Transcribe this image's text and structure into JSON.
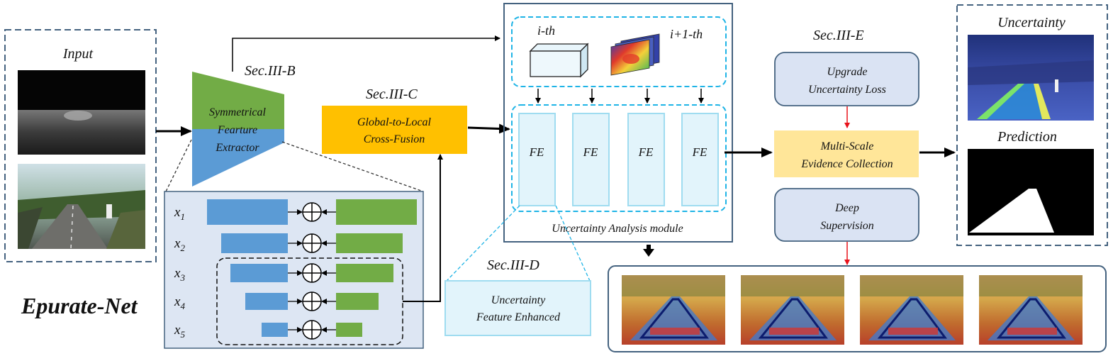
{
  "title": "Epurate-Net",
  "input_panel": {
    "label": "Input"
  },
  "extractor": {
    "section": "Sec.III-B",
    "line1": "Symmetrical",
    "line2": "Fearture",
    "line3": "Extractor"
  },
  "fusion": {
    "section": "Sec.III-C",
    "line1": "Global-to-Local",
    "line2": "Cross-Fusion"
  },
  "scales": [
    {
      "label": "x",
      "sub": "1"
    },
    {
      "label": "x",
      "sub": "2"
    },
    {
      "label": "x",
      "sub": "3"
    },
    {
      "label": "x",
      "sub": "4"
    },
    {
      "label": "x",
      "sub": "5"
    }
  ],
  "ua_module": {
    "label": "Uncertainty Analysis module",
    "i_label": "i-th",
    "i1_label": "i+1-th",
    "fe_label": "FE"
  },
  "ufe": {
    "section": "Sec.III-D",
    "line1": "Uncertainty",
    "line2": "Feature Enhanced"
  },
  "evidence": {
    "section": "Sec.III-E",
    "upgrade_line1": "Upgrade",
    "upgrade_line2": "Uncertainty Loss",
    "collect_line1": "Multi-Scale",
    "collect_line2": "Evidence Collection",
    "deep_line1": "Deep",
    "deep_line2": "Supervision"
  },
  "output_panel": {
    "uncertainty_label": "Uncertainty",
    "prediction_label": "Prediction"
  },
  "colors": {
    "extractor_green": "#72ac46",
    "extractor_blue": "#5b9bd5",
    "fusion_orange": "#ffc000",
    "evidence_yellow": "#ffe699",
    "box_lavender": "#dae3f3",
    "dashed_cyan": "#1fb4e6",
    "panel_border": "#44627f"
  }
}
